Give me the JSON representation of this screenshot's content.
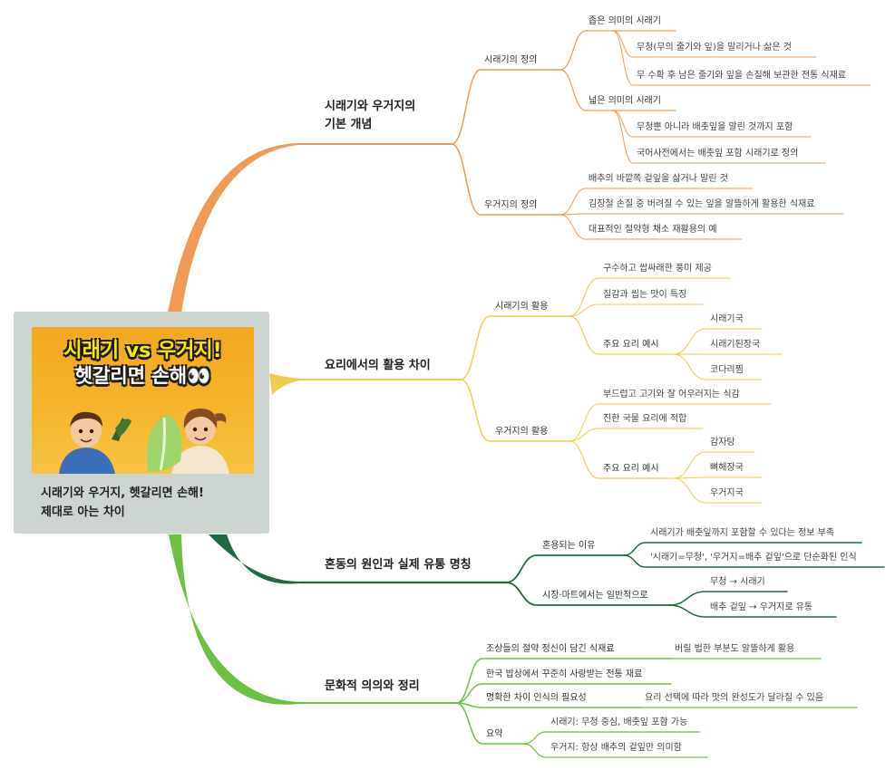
{
  "central": {
    "cover_title_1": "시래기 vs  우거지!",
    "cover_title_2": "헷갈리면 손해👀",
    "title_1": "시래기와 우거지, 헷갈리면 손해!",
    "title_2": "제대로 아는 차이"
  },
  "colors": {
    "branch1": "#ef9a55",
    "branch2": "#f0cb4d",
    "branch3": "#1f6b3f",
    "branch4": "#70bf45",
    "central_bg": "#cdd5d0"
  },
  "branches": [
    {
      "title_1": "시래기와 우거지의",
      "title_2": "기본 개념",
      "children": [
        {
          "label": "시래기의 정의",
          "children": [
            {
              "label": "좁은 의미의 시래기",
              "children": [
                {
                  "label": "무청(무의 줄기와 잎)을 말리거나 삶은 것"
                },
                {
                  "label": "무 수확 후 남은 줄기와 잎을 손질해 보관한 전통 식재료"
                }
              ]
            },
            {
              "label": "넓은 의미의 시래기",
              "children": [
                {
                  "label": "무청뿐 아니라 배춧잎을 말린 것까지 포함"
                },
                {
                  "label": "국어사전에서는 배춧잎 포함 시래기로 정의"
                }
              ]
            }
          ]
        },
        {
          "label": "우거지의 정의",
          "children": [
            {
              "label": "배추의 바깥쪽 겉잎을 삶거나 말린 것"
            },
            {
              "label": "김장철 손질 중 버려질 수 있는 잎을 알뜰하게 활용한 식재료"
            },
            {
              "label": "대표적인 절약형 채소 재활용의 예"
            }
          ]
        }
      ]
    },
    {
      "title": "요리에서의 활용 차이",
      "children": [
        {
          "label": "시래기의 활용",
          "children": [
            {
              "label": "구수하고 쌉싸래한 풍미 제공"
            },
            {
              "label": "질감과 씹는 맛이 특징"
            },
            {
              "label": "주요 요리 예시",
              "children": [
                {
                  "label": "시래기국"
                },
                {
                  "label": "시래기된장국"
                },
                {
                  "label": "코다리찜"
                }
              ]
            }
          ]
        },
        {
          "label": "우거지의 활용",
          "children": [
            {
              "label": "부드럽고 고기와 잘 어우러지는 식감"
            },
            {
              "label": "진한 국물 요리에 적합"
            },
            {
              "label": "주요 요리 예시",
              "children": [
                {
                  "label": "감자탕"
                },
                {
                  "label": "뼈해장국"
                },
                {
                  "label": "우거지국"
                }
              ]
            }
          ]
        }
      ]
    },
    {
      "title": "혼동의 원인과 실제 유통 명칭",
      "children": [
        {
          "label": "혼용되는 이유",
          "children": [
            {
              "label": "시래기가 배춧잎까지 포함할 수 있다는 정보 부족"
            },
            {
              "label": "'시래기=무청', '우거지=배추 겉잎'으로 단순화된 인식"
            }
          ]
        },
        {
          "label": "시장·마트에서는 일반적으로",
          "children": [
            {
              "label": "무청 → 시래기"
            },
            {
              "label": "배추 겉잎 → 우거지로 유통"
            }
          ]
        }
      ]
    },
    {
      "title": "문화적 의의와 정리",
      "children": [
        {
          "label": "조상들의 절약 정신이 담긴 식재료",
          "children": [
            {
              "label": "버릴 법한 부분도 알뜰하게 활용"
            }
          ]
        },
        {
          "label": "한국 밥상에서 꾸준히 사랑받는 전통 재료"
        },
        {
          "label": "명확한 차이 인식의 필요성",
          "children": [
            {
              "label": "요리 선택에 따라 맛의 완성도가 달라질 수 있음"
            }
          ]
        },
        {
          "label": "요약",
          "children": [
            {
              "label": "시래기: 무청 중심, 배춧잎 포함 가능"
            },
            {
              "label": "우거지: 항상 배추의 겉잎만 의미함"
            }
          ]
        }
      ]
    }
  ]
}
